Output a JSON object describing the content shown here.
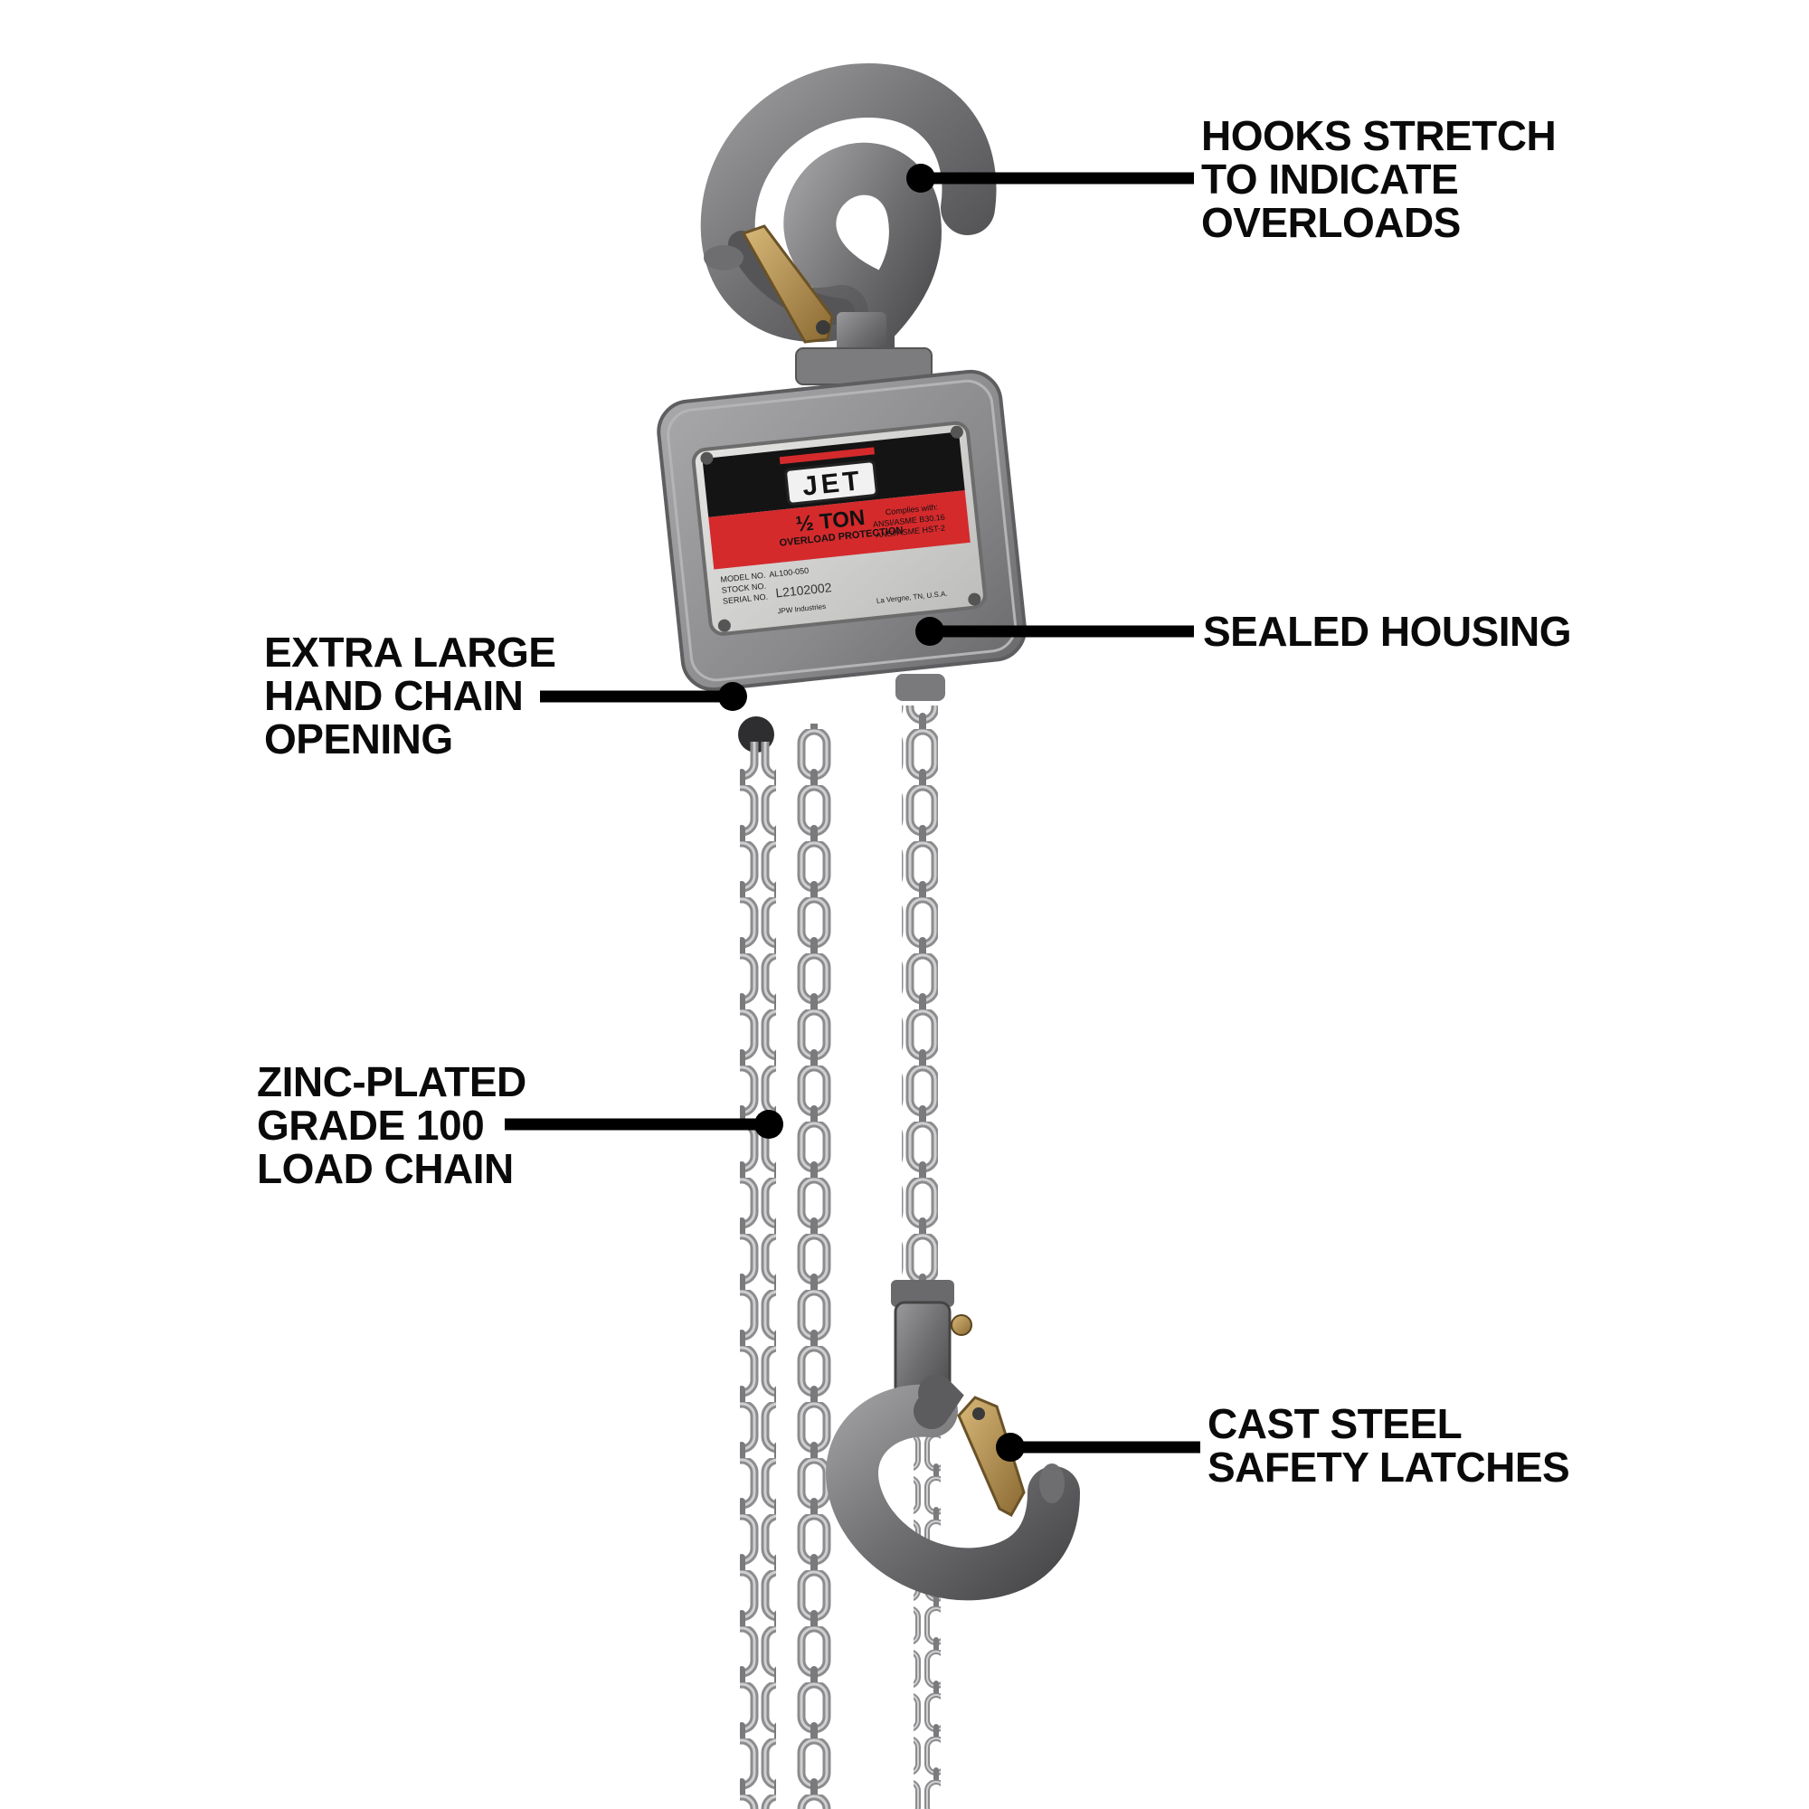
{
  "product": {
    "nameplate": {
      "brand": "JET",
      "capacity": "½ TON",
      "protection": "OVERLOAD PROTECTION",
      "complies_heading": "Complies with:",
      "standard_1": "ANSI/ASME B30.16",
      "standard_2": "ANSI/ASME HST-2",
      "model_label": "MODEL NO.",
      "model_value": "AL100-050",
      "stock_label": "STOCK NO.",
      "serial_label": "SERIAL NO.",
      "serial_value": "L2102002",
      "maker": "JPW Industries",
      "location": "La Vergne, TN, U.S.A."
    },
    "colors": {
      "accent_red": "#d42a2c",
      "housing_gray": "#8d8d8f",
      "latch_bronze": "#b08a4a"
    }
  },
  "callouts": {
    "hooks": {
      "line1": "HOOKS STRETCH",
      "line2": "TO INDICATE",
      "line3": "OVERLOADS"
    },
    "housing": {
      "line1": "SEALED HOUSING"
    },
    "opening": {
      "line1": "EXTRA LARGE",
      "line2": "HAND CHAIN",
      "line3": "OPENING"
    },
    "chain": {
      "line1": "ZINC-PLATED",
      "line2": "GRADE 100",
      "line3": "LOAD CHAIN"
    },
    "latches": {
      "line1": "CAST STEEL",
      "line2": "SAFETY LATCHES"
    }
  }
}
